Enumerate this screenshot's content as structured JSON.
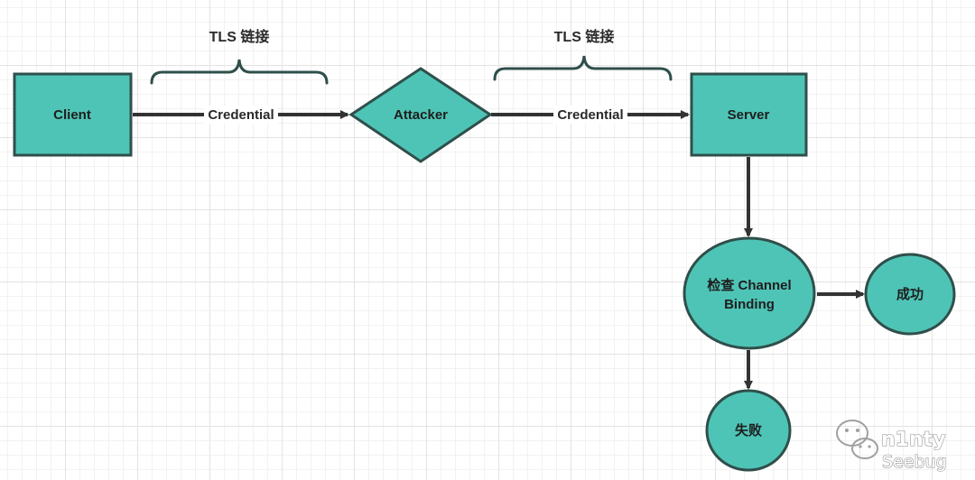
{
  "colors": {
    "node_fill": "#4ec4b6",
    "node_stroke": "#2f4f4b",
    "edge": "#333333",
    "brace": "#2f4f4b"
  },
  "diagram": {
    "nodes": {
      "client": {
        "label": "Client",
        "shape": "rectangle"
      },
      "attacker": {
        "label": "Attacker",
        "shape": "diamond"
      },
      "server": {
        "label": "Server",
        "shape": "rectangle"
      },
      "check": {
        "label_line1": "检查 Channel",
        "label_line2": "Binding",
        "shape": "ellipse"
      },
      "success": {
        "label": "成功",
        "shape": "ellipse"
      },
      "failure": {
        "label": "失败",
        "shape": "ellipse"
      }
    },
    "edges": {
      "client_attacker": {
        "label": "Credential"
      },
      "attacker_server": {
        "label": "Credential"
      }
    },
    "braces": {
      "left": {
        "label": "TLS 链接"
      },
      "right": {
        "label": "TLS 链接"
      }
    }
  },
  "watermark": {
    "line1": "n1nty",
    "line2": "Seebug",
    "icon": "wechat-icon"
  }
}
